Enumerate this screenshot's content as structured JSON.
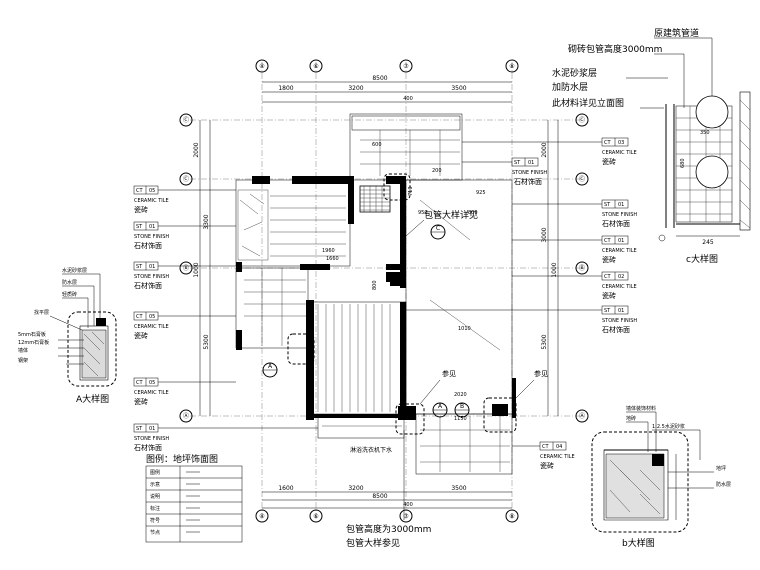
{
  "dims": {
    "top_overall": "8500",
    "top_seg": [
      "1800",
      "3200",
      "3500"
    ],
    "top_sub": "400",
    "bottom_overall": "8500",
    "bottom_seg": [
      "1600",
      "3200",
      "3500"
    ],
    "bottom_sub": "400",
    "left": [
      "2000",
      "3300",
      "1000",
      "5300"
    ],
    "right": [
      "2000",
      "3000",
      "1000",
      "5300"
    ],
    "interior": [
      "600",
      "200",
      "925",
      "710",
      "950",
      "800",
      "1960",
      "1660",
      "800",
      "1010",
      "2020",
      "1150"
    ]
  },
  "axes": {
    "top": [
      "④",
      "⑥",
      "⑦",
      "⑧"
    ],
    "bottom": [
      "④",
      "⑥",
      "⑦",
      "⑧"
    ],
    "left": [
      "Ⓒ",
      "Ⓒ",
      "Ⓑ",
      "Ⓐ"
    ],
    "right": [
      "Ⓒ",
      "Ⓒ",
      "Ⓑ",
      "Ⓐ"
    ]
  },
  "legend_left": [
    {
      "code": "CT",
      "num": "05",
      "en": "CERAMIC TILE",
      "cn": "瓷砖"
    },
    {
      "code": "ST",
      "num": "01",
      "en": "STONE FINISH",
      "cn": "石材饰面"
    },
    {
      "code": "ST",
      "num": "01",
      "en": "STONE FINISH",
      "cn": "石材饰面"
    },
    {
      "code": "CT",
      "num": "05",
      "en": "CERAMIC TILE",
      "cn": "瓷砖"
    },
    {
      "code": "CT",
      "num": "05",
      "en": "CERAMIC TILE",
      "cn": "瓷砖"
    },
    {
      "code": "ST",
      "num": "01",
      "en": "STONE FINISH",
      "cn": "石材饰面"
    }
  ],
  "legend_right": [
    {
      "code": "CT",
      "num": "03",
      "en": "CERAMIC TILE",
      "cn": "瓷砖"
    },
    {
      "code": "ST",
      "num": "01",
      "en": "STONE FINISH",
      "cn": "石材饰面"
    },
    {
      "code": "ST",
      "num": "01",
      "en": "STONE FINISH",
      "cn": "石材饰面"
    },
    {
      "code": "CT",
      "num": "01",
      "en": "CERAMIC TILE",
      "cn": "瓷砖"
    },
    {
      "code": "CT",
      "num": "02",
      "en": "CERAMIC TILE",
      "cn": "瓷砖"
    },
    {
      "code": "ST",
      "num": "01",
      "en": "STONE FINISH",
      "cn": "石材饰面"
    },
    {
      "code": "CT",
      "num": "04",
      "en": "CERAMIC TILE",
      "cn": "瓷砖"
    }
  ],
  "labels": {
    "see_detail": "包管大样详见",
    "see1": "参见",
    "see2": "参见",
    "pipe_bottom1": "包管高度为3000mm",
    "pipe_bottom2": "包管大样参见",
    "shower_note": "淋浴洗衣机下水",
    "marker_a": "A",
    "marker_b": "B",
    "marker_c": "C",
    "legend_title": "图例：地坪饰面图",
    "detail_a": "A大样图",
    "detail_b": "b大样图",
    "detail_c": "c大样图"
  },
  "detail_c": {
    "note1": "原建筑管道",
    "note2": "砌砖包管高度3000mm",
    "note3": "水泥砂浆层",
    "note4": "加防水层",
    "note5": "此材料详见立面图",
    "dim_a": "350",
    "dim_b": "680",
    "dim_c": "245"
  },
  "detail_a_notes": [
    "水泥砂浆层",
    "防水层",
    "轻质砖",
    "找平层",
    "5mm石膏板",
    "12mm石膏板",
    "墙体",
    "钢架"
  ],
  "detail_b_notes": [
    "墙体装饰材料",
    "地砖",
    "1:2.5水泥砂浆",
    "地坪",
    "防水层"
  ],
  "legend_rows": [
    "图例",
    "示意",
    "说明",
    "标注",
    "符号",
    "节点"
  ]
}
